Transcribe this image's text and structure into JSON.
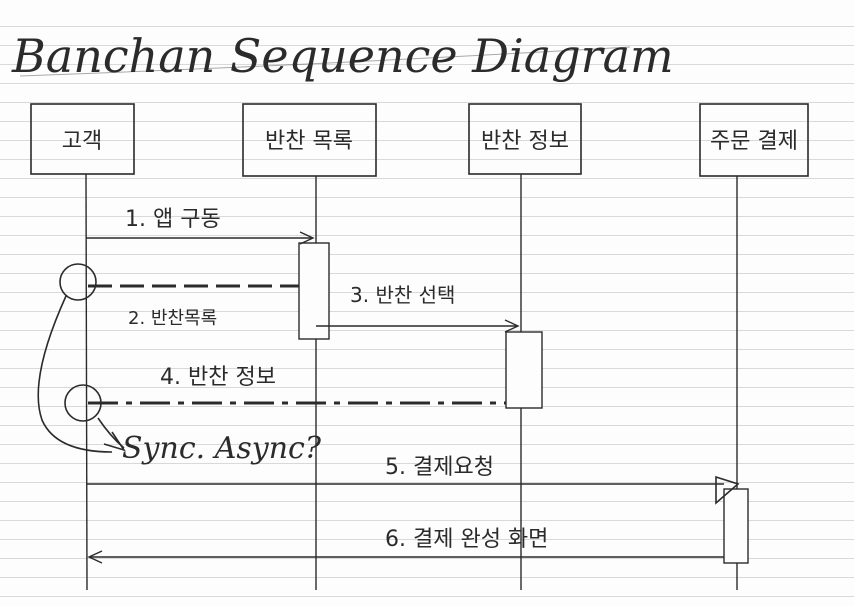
{
  "title": "Banchan Sequence Diagram",
  "participants": [
    "고객",
    "반찬 목록",
    "반찬 정보",
    "주문 결제"
  ],
  "messages": [
    {
      "label": "1. 앱 구동",
      "from": "고객",
      "to": "반찬 목록",
      "style": "solid"
    },
    {
      "label": "2. 반찬목록",
      "from": "반찬 목록",
      "to": "고객",
      "style": "dashed"
    },
    {
      "label": "3. 반찬 선택",
      "from": "반찬 목록",
      "to": "반찬 정보",
      "style": "solid"
    },
    {
      "label": "4. 반찬 정보",
      "from": "반찬 정보",
      "to": "고객",
      "style": "dashed"
    },
    {
      "label": "5. 결제요청",
      "from": "고객",
      "to": "주문 결제",
      "style": "solid"
    },
    {
      "label": "6. 결제 완성 화면",
      "from": "주문 결제",
      "to": "고객",
      "style": "solid"
    }
  ],
  "note": "Sync. Async?",
  "colors": {
    "ink": "#2b2b2b",
    "rule": "#d9d9d9",
    "paper": "#fdfdfd"
  }
}
